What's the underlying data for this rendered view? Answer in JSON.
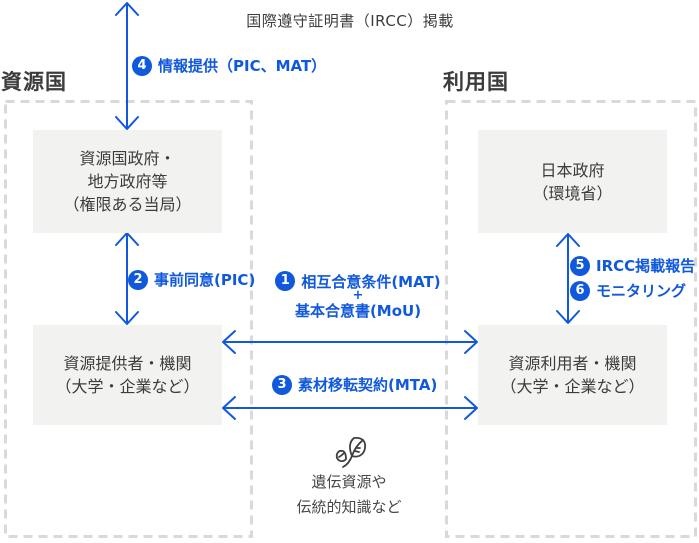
{
  "diagram": {
    "top_caption": "国際遵守証明書（IRCC）掲載",
    "left_region": {
      "label": "資源国",
      "top_box": {
        "line1": "資源国政府・",
        "line2": "地方政府等",
        "line3": "（権限ある当局）"
      },
      "bottom_box": {
        "line1": "資源提供者・機関",
        "line2": "（大学・企業など）"
      }
    },
    "right_region": {
      "label": "利用国",
      "top_box": {
        "line1": "日本政府",
        "line2": "（環境省）"
      },
      "bottom_box": {
        "line1": "資源利用者・機関",
        "line2": "（大学・企業など）"
      }
    },
    "steps": {
      "s1": {
        "num": "1",
        "line1": "相互合意条件(MAT)",
        "line2": "+",
        "line3": "基本合意書(MoU)"
      },
      "s2": {
        "num": "2",
        "label": "事前同意(PIC)"
      },
      "s3": {
        "num": "3",
        "label": "素材移転契約(MTA)"
      },
      "s4": {
        "num": "4",
        "label": "情報提供（PIC、MAT）"
      },
      "s5": {
        "num": "5",
        "label": "IRCC掲載報告"
      },
      "s6": {
        "num": "6",
        "label": "モニタリング"
      }
    },
    "bottom_note": {
      "icon": "leaf-icon",
      "line1": "遺伝資源や",
      "line2": "伝統的知識など"
    },
    "colors": {
      "accent_blue": "#1058dc",
      "box_fill": "#f2f2f1",
      "dash_gray": "#d9d9d9",
      "text_dark": "#3c3c3c"
    }
  }
}
